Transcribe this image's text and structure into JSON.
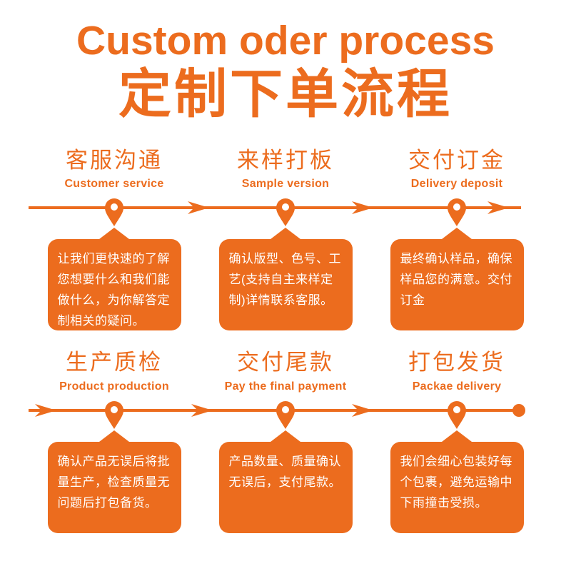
{
  "colors": {
    "accent": "#ec6c1e",
    "text_on_accent": "#ffffff",
    "background": "#ffffff"
  },
  "title": {
    "en": "Custom oder process",
    "zh": "定制下单流程"
  },
  "steps": [
    {
      "zh": "客服沟通",
      "en": "Customer service",
      "desc": "让我们更快速的了解您想要什么和我们能做什么，为你解答定制相关的疑问。"
    },
    {
      "zh": "来样打板",
      "en": "Sample version",
      "desc": "确认版型、色号、工艺(支持自主来样定制)详情联系客服。"
    },
    {
      "zh": "交付订金",
      "en": "Delivery deposit",
      "desc": "最终确认样品，确保样品您的满意。交付订金"
    },
    {
      "zh": "生产质检",
      "en": "Product production",
      "desc": "确认产品无误后将批量生产，检查质量无问题后打包备货。"
    },
    {
      "zh": "交付尾款",
      "en": "Pay the final payment",
      "desc": "产品数量、质量确认无误后，支付尾款。"
    },
    {
      "zh": "打包发货",
      "en": "Packae delivery",
      "desc": "我们会细心包装好每个包裹，避免运输中下雨撞击受损。"
    }
  ]
}
